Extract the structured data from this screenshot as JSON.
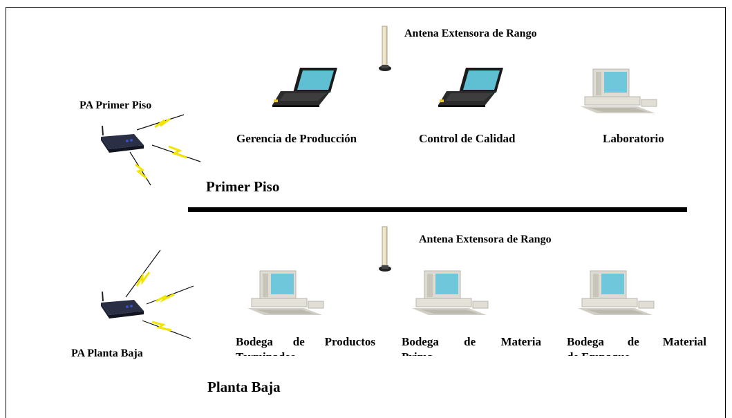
{
  "diagram": {
    "upper_floor": {
      "section_title": "Primer Piso",
      "access_point_label": "PA  Primer Piso",
      "antenna_label": "Antena Extensora de Rango",
      "stations": [
        {
          "label": "Gerencia de Producción",
          "device": "laptop"
        },
        {
          "label": "Control de Calidad",
          "device": "laptop"
        },
        {
          "label": "Laboratorio",
          "device": "desktop"
        }
      ]
    },
    "lower_floor": {
      "section_title": "Planta Baja",
      "access_point_label": "PA  Planta Baja",
      "antenna_label": "Antena Extensora de Rango",
      "stations": [
        {
          "label_line1": [
            "Bodega",
            "de",
            "Productos"
          ],
          "label_line2": "Terminados",
          "device": "desktop"
        },
        {
          "label_line1": [
            "Bodega",
            "de",
            "Materia"
          ],
          "label_line2": "Prima",
          "device": "desktop"
        },
        {
          "label_line1": [
            "Bodega",
            "de",
            "Material"
          ],
          "label_line2": "de Empaque",
          "device": "desktop"
        }
      ]
    },
    "colors": {
      "line": "#000000",
      "signal_bolt": "#f2e600",
      "screen": "#5fc0d4",
      "device_body": "#d8d8d0",
      "router_body": "#2a2f45"
    }
  }
}
